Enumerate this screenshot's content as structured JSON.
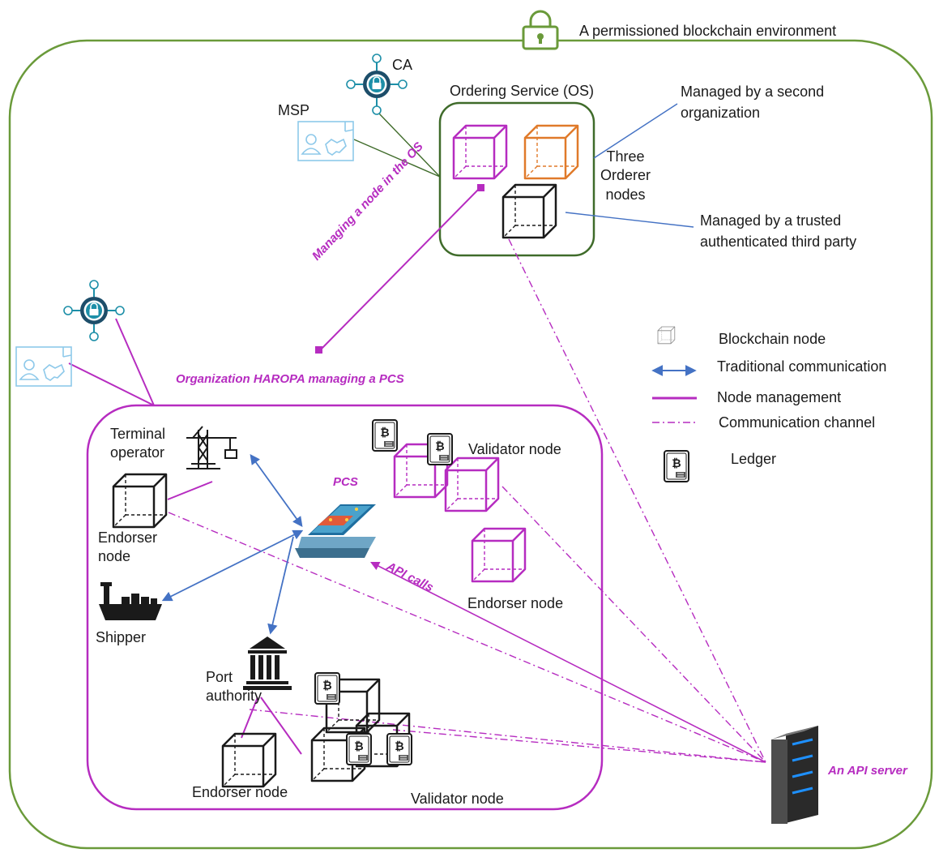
{
  "environment": {
    "title": "A permissioned blockchain environment"
  },
  "top_org": {
    "ca": "CA",
    "msp": "MSP"
  },
  "ordering_service": {
    "title": "Ordering Service (OS)",
    "orderer_label": "Three\nOrderer\nnodes",
    "second_org": "Managed by a second\norganization",
    "third_party": "Managed by a trusted\nauthenticated third party"
  },
  "haropa": {
    "managing_link": "Managing a node in the OS",
    "org_label": "Organization HAROPA managing a PCS",
    "pcs": "PCS",
    "api_calls": "API calls",
    "terminal_operator": "Terminal\noperator",
    "endorser_node_left": "Endorser\nnode",
    "shipper": "Shipper",
    "port_authority": "Port\nauthority",
    "endorser_node_bottom": "Endorser node",
    "validator_node_top": "Validator node",
    "endorser_node_right": "Endorser node",
    "validator_node_bottom": "Validator node"
  },
  "api_server": {
    "label": "An API server"
  },
  "legend": {
    "items": [
      {
        "label": "Blockchain node",
        "icon": "cube-icon"
      },
      {
        "label": "Traditional communication",
        "icon": "double-arrow-icon"
      },
      {
        "label": "Node management",
        "icon": "solid-line-icon"
      },
      {
        "label": "Communication channel",
        "icon": "dash-dot-line-icon"
      },
      {
        "label": "Ledger",
        "icon": "ledger-icon"
      }
    ]
  },
  "colors": {
    "environment_border": "#6a9a3a",
    "os_border": "#3f6b2a",
    "magenta": "#b62cc0",
    "blue": "#4472c4",
    "orange": "#e07a2a",
    "ca_teal": "#1d8fa8",
    "msp_blue": "#8ec9ea"
  }
}
